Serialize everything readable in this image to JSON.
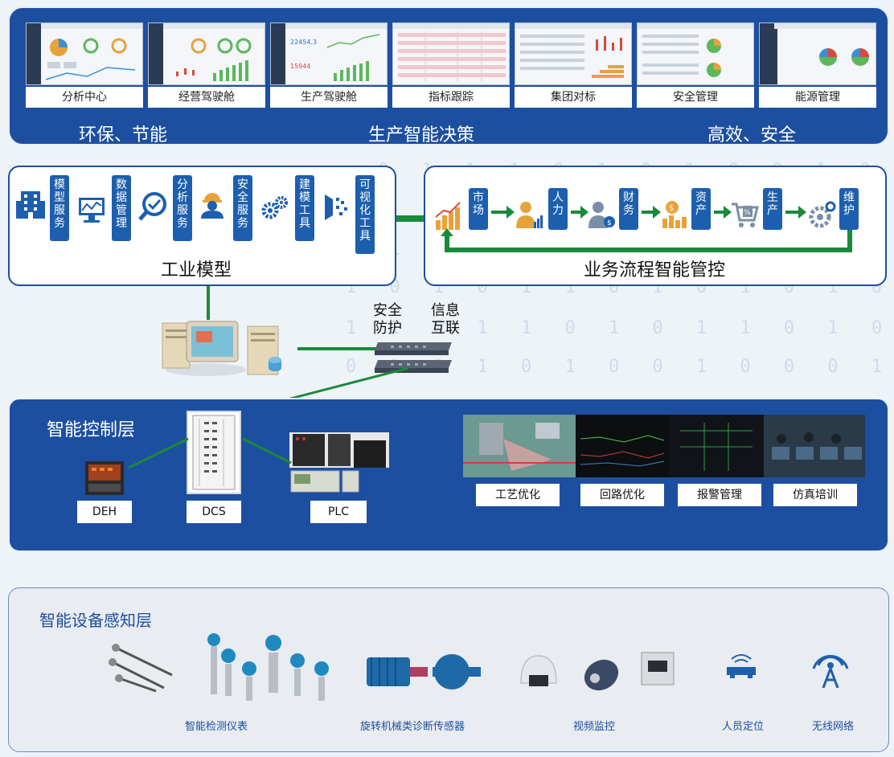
{
  "top": {
    "tabs": [
      "分析中心",
      "经营驾驶舱",
      "生产驾驶舱",
      "指标跟踪",
      "集团对标",
      "安全管理",
      "能源管理"
    ],
    "slogans": [
      "环保、节能",
      "生产智能决策",
      "高效、安全"
    ]
  },
  "model": {
    "services": [
      "模型服务",
      "数据管理",
      "分析服务",
      "安全服务",
      "建模工具",
      "可视化工具"
    ],
    "caption": "工业模型"
  },
  "flow": {
    "steps": [
      "市场",
      "人力",
      "财务",
      "资产",
      "生产",
      "维护"
    ],
    "caption": "业务流程智能管控"
  },
  "network": {
    "security": "安全防护",
    "interconnect": "信息互联"
  },
  "control": {
    "title": "智能控制层",
    "devices": [
      "DEH",
      "DCS",
      "PLC"
    ],
    "functions": [
      "工艺优化",
      "回路优化",
      "报警管理",
      "仿真培训"
    ]
  },
  "sensing": {
    "title": "智能设备感知层",
    "items": [
      "智能检测仪表",
      "旋转机械类诊断传感器",
      "视频监控",
      "人员定位",
      "无线网络"
    ]
  },
  "colors": {
    "primary": "#1d4fa0",
    "accent": "#1d5fae",
    "connector": "#1a8a3a"
  }
}
